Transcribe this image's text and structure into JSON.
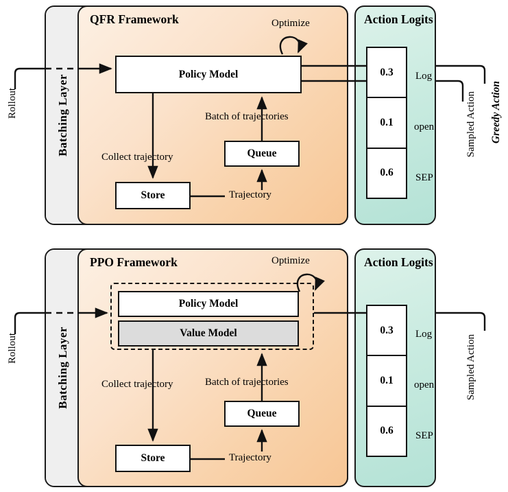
{
  "figure": {
    "title": "QFR vs PPO framework comparison diagram",
    "colors": {
      "framework_fill_light": "#fdf0e3",
      "framework_fill_dark": "#f7c695",
      "logits_fill_light": "#ddf2ea",
      "logits_fill_dark": "#b4e2d6",
      "batching_fill": "#efefef",
      "value_model_fill": "#dcdcdc",
      "stroke": "#111111"
    }
  },
  "rollout_label": "Rollout",
  "batching_label": "Batching  Layer",
  "panels": [
    {
      "id": "qfr",
      "framework_title": "QFR Framework",
      "optimize_label": "Optimize",
      "nodes": {
        "policy_model": "Policy Model",
        "queue": "Queue",
        "store": "Store"
      },
      "edge_labels": {
        "collect": "Collect trajectory",
        "batch": "Batch of trajectories",
        "trajectory": "Trajectory"
      },
      "logits": {
        "title": "Action Logits",
        "rows": [
          {
            "value": "0.3",
            "token": "Log"
          },
          {
            "value": "0.1",
            "token": "open"
          },
          {
            "value": "0.6",
            "token": "SEP"
          }
        ]
      },
      "outputs": [
        {
          "label": "Sampled Action",
          "style": "regular"
        },
        {
          "label": "Greedy Action",
          "style": "bold-italic"
        }
      ]
    },
    {
      "id": "ppo",
      "framework_title": "PPO Framework",
      "optimize_label": "Optimize",
      "nodes": {
        "policy_model": "Policy Model",
        "value_model": "Value Model",
        "queue": "Queue",
        "store": "Store"
      },
      "edge_labels": {
        "collect": "Collect trajectory",
        "batch": "Batch of trajectories",
        "trajectory": "Trajectory"
      },
      "logits": {
        "title": "Action Logits",
        "rows": [
          {
            "value": "0.3",
            "token": "Log"
          },
          {
            "value": "0.1",
            "token": "open"
          },
          {
            "value": "0.6",
            "token": "SEP"
          }
        ]
      },
      "outputs": [
        {
          "label": "Sampled Action",
          "style": "regular"
        }
      ]
    }
  ]
}
